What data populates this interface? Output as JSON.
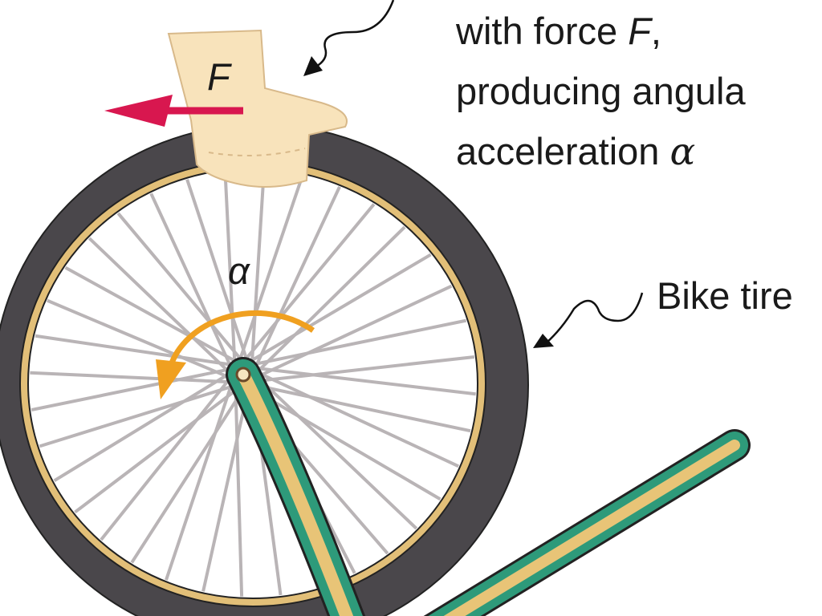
{
  "labels": {
    "line1_prefix": "with force ",
    "line1_var": "F",
    "line1_suffix": ",",
    "line2": "producing angula",
    "line3_prefix": "acceleration ",
    "line3_var": "α",
    "tire_label": "Bike tire",
    "force_symbol": "F",
    "alpha_symbol": "α"
  },
  "colors": {
    "tire": "#4a474b",
    "rim": "#e2bf78",
    "spoke": "#b9b4b6",
    "fork_outer": "#2e9a7a",
    "fork_inner": "#e8c477",
    "force_arrow": "#d8174f",
    "alpha_arrow": "#f0a020",
    "hand": "#f8e3bb"
  }
}
